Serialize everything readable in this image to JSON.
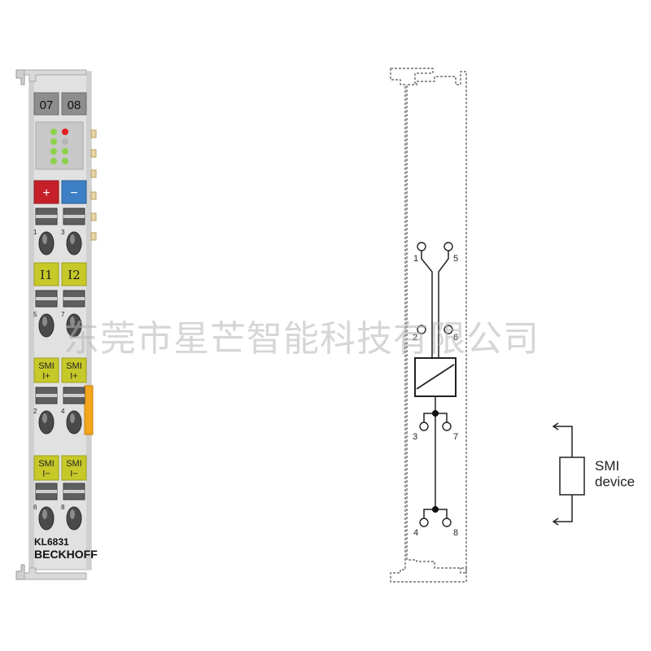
{
  "module": {
    "channel_labels": [
      "07",
      "08"
    ],
    "power_plus": "+",
    "power_minus": "−",
    "input_labels": [
      "I1",
      "I2"
    ],
    "smi_plus_labels": [
      "SMI\nI+",
      "SMI\nI+"
    ],
    "smi_minus_labels": [
      "SMI\nI−",
      "SMI\nI−"
    ],
    "terminal_numbers": [
      "1",
      "5",
      "2",
      "6",
      "3",
      "7",
      "4",
      "8"
    ],
    "model": "KL6831",
    "brand": "BECKHOFF",
    "colors": {
      "housing": "#e1e1e1",
      "yellow_label": "#c6c928",
      "red": "#c5202a",
      "blue": "#3d7fc4",
      "led_green": "#8dd24b",
      "led_red": "#e02020",
      "orange_tab": "#f3a51b"
    }
  },
  "schematic": {
    "terminal_numbers": [
      "1",
      "5",
      "2",
      "6",
      "3",
      "7",
      "4",
      "8"
    ],
    "device_label": "SMI\ndevice"
  },
  "watermark": "东莞市星芒智能科技有限公司"
}
